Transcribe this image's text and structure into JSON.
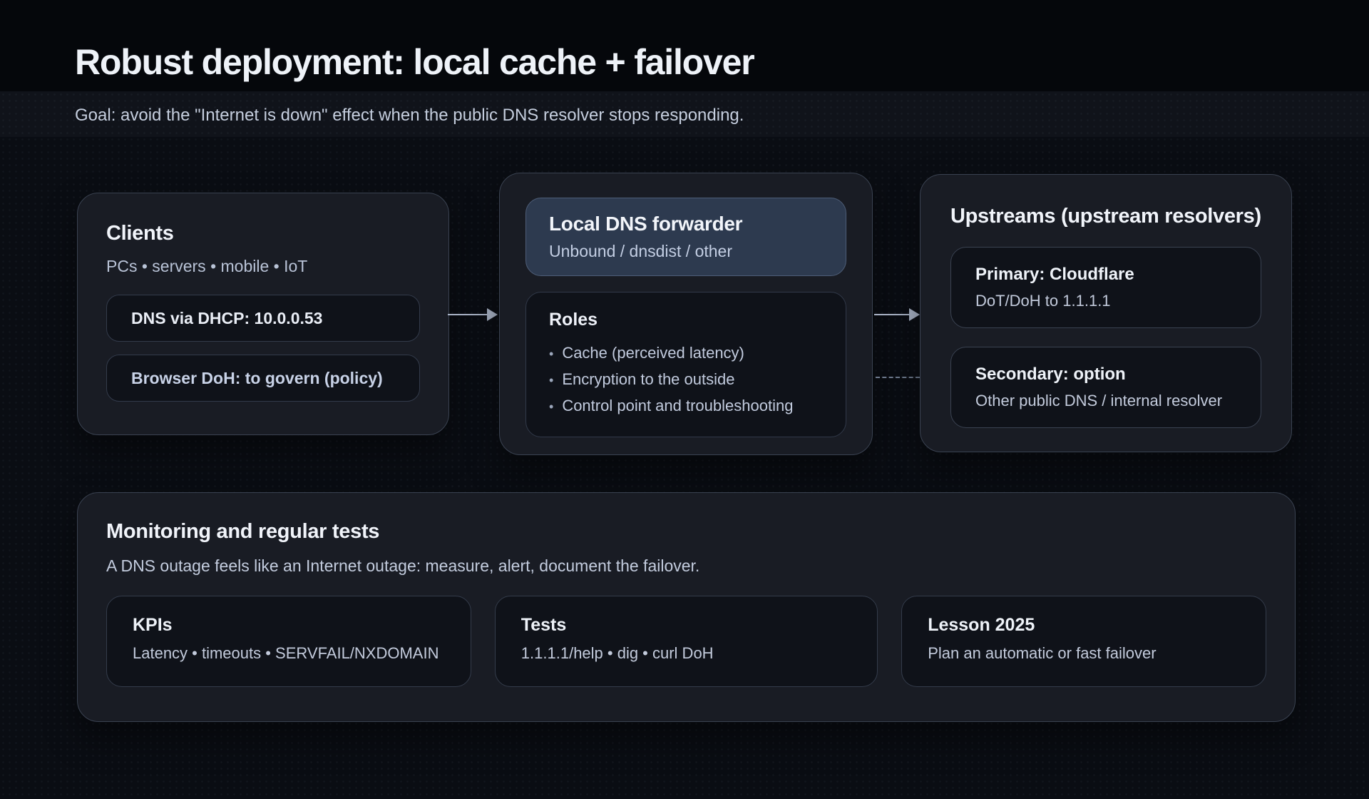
{
  "palette": {
    "background": "#05070b",
    "card_background": "#191c24",
    "inner_box_background": "#0f1219",
    "highlight_background": "#2d3a4f",
    "card_border": "#3a4251",
    "heading_text": "#f1f4fa",
    "body_text": "#c2cbde",
    "arrow": "#a9b3c6"
  },
  "header": {
    "title": "Robust deployment: local cache + failover",
    "subtitle": "Goal: avoid the \"Internet is down\" effect when the public DNS resolver stops responding."
  },
  "clients": {
    "title": "Clients",
    "subtitle": "PCs • servers • mobile • IoT",
    "chips": [
      {
        "label": "DNS via DHCP: 10.0.0.53"
      },
      {
        "label": "Browser DoH: to govern (policy)"
      }
    ]
  },
  "forwarder": {
    "title": "Local DNS forwarder",
    "subtitle": "Unbound / dnsdist / other",
    "roles": {
      "title": "Roles",
      "items": [
        "Cache (perceived latency)",
        "Encryption to the outside",
        "Control point and troubleshooting"
      ]
    }
  },
  "upstreams": {
    "title": "Upstreams (upstream resolvers)",
    "options": [
      {
        "title": "Primary: Cloudflare",
        "detail": "DoT/DoH to 1.1.1.1"
      },
      {
        "title": "Secondary: option",
        "detail": "Other public DNS / internal resolver"
      }
    ]
  },
  "monitoring": {
    "title": "Monitoring and regular tests",
    "subtitle": "A DNS outage feels like an Internet outage: measure, alert, document the failover.",
    "panels": [
      {
        "title": "KPIs",
        "detail": "Latency • timeouts • SERVFAIL/NXDOMAIN"
      },
      {
        "title": "Tests",
        "detail": "1.1.1.1/help • dig • curl DoH"
      },
      {
        "title": "Lesson 2025",
        "detail": "Plan an automatic or fast failover"
      }
    ]
  }
}
